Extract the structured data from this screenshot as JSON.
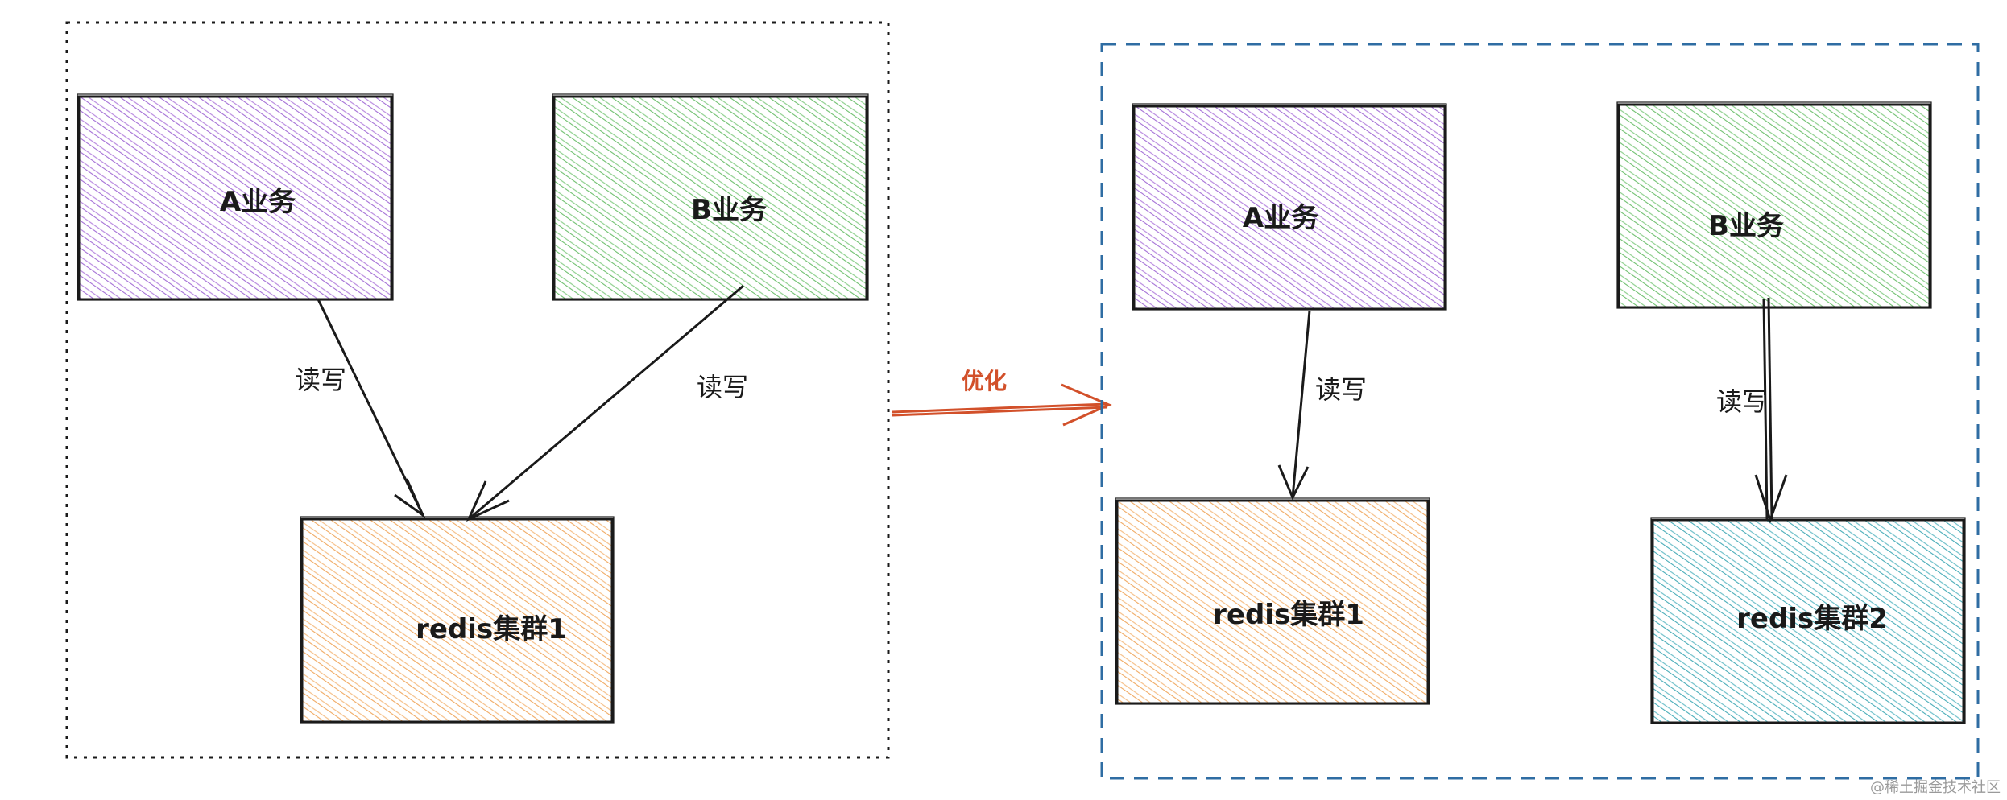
{
  "colors": {
    "purple": "#a46fd6",
    "green": "#6fc06f",
    "orange": "#f0aa63",
    "teal": "#48acb8",
    "stroke": "#1a1a1a",
    "blue_dashed": "#2f6da3",
    "optimize_arrow": "#d2502a"
  },
  "before": {
    "service_a": "A业务",
    "service_b": "B业务",
    "redis": "redis集群1",
    "edge_a": "读写",
    "edge_b": "读写"
  },
  "transition": {
    "label": "优化"
  },
  "after": {
    "service_a": "A业务",
    "service_b": "B业务",
    "redis_1": "redis集群1",
    "redis_2": "redis集群2",
    "edge_a": "读写",
    "edge_b": "读写"
  },
  "watermark": "@稀土掘金技术社区"
}
